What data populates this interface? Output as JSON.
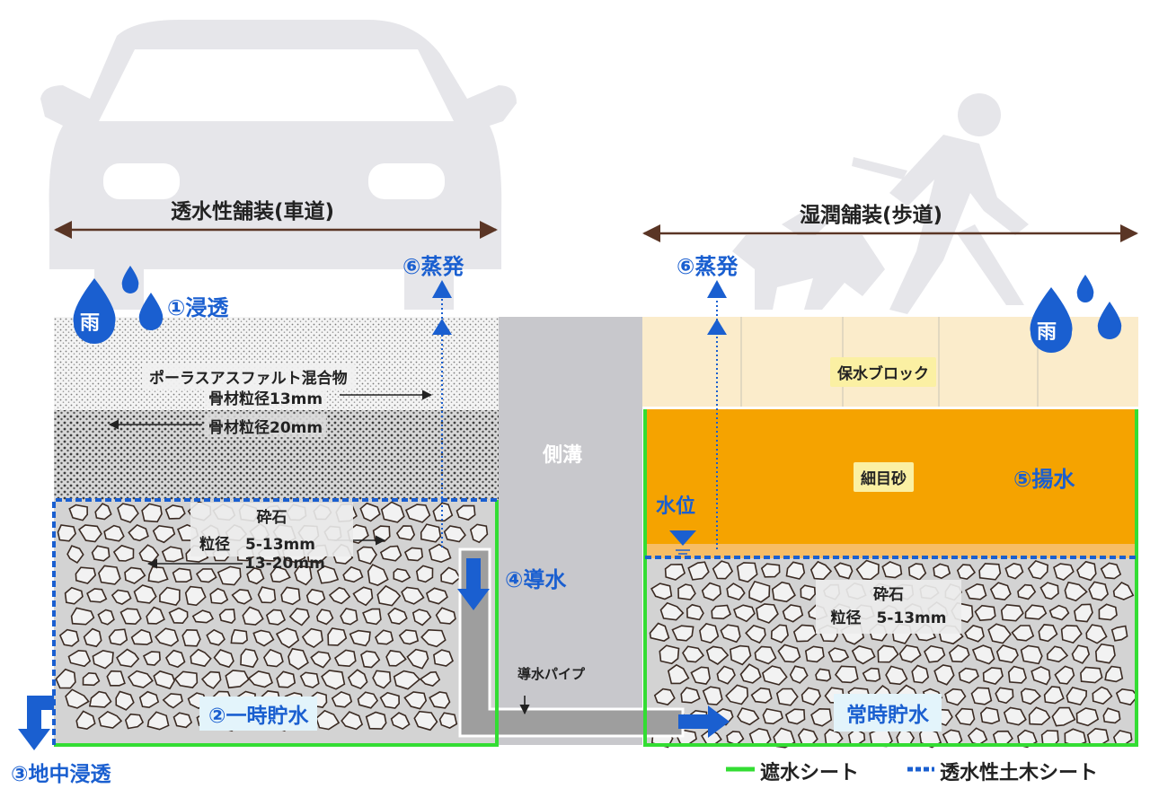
{
  "title_left": "透水性舗装(車道)",
  "title_right": "湿潤舗装(歩道)",
  "steps": {
    "infiltration": "①浸透",
    "temp_storage": "②一時貯水",
    "ground_infiltration": "③地中浸透",
    "drainage": "④導水",
    "pumping": "⑤揚水",
    "evaporation": "⑥蒸発"
  },
  "rain_label": "雨",
  "gutter": "側溝",
  "porous_asphalt": {
    "name": "ポーラスアスファルト混合物",
    "line1": "骨材粒径13mm",
    "line2": "骨材粒径20mm"
  },
  "crushed_stone_left": {
    "name": "砕石",
    "line1": "粒径　5-13mm",
    "line2": "13-20mm"
  },
  "pipe": "導水パイプ",
  "water_block": "保水ブロック",
  "fine_sand": "細目砂",
  "water_level": "水位",
  "crushed_stone_right": {
    "name": "砕石",
    "line1": "粒径　5-13mm"
  },
  "constant_storage": "常時貯水",
  "legend": {
    "waterproof_sheet": "遮水シート",
    "permeable_sheet": "透水性土木シート"
  },
  "colors": {
    "waterproof_green": "#33dd33",
    "permeable_blue": "#1a5fd0",
    "sand_orange": "#f5a300",
    "block_cream": "#fbeccb",
    "gutter_gray": "#c8c8cc",
    "silhouette_gray": "#e6e6ea",
    "arrow_brown": "#5a3525"
  }
}
